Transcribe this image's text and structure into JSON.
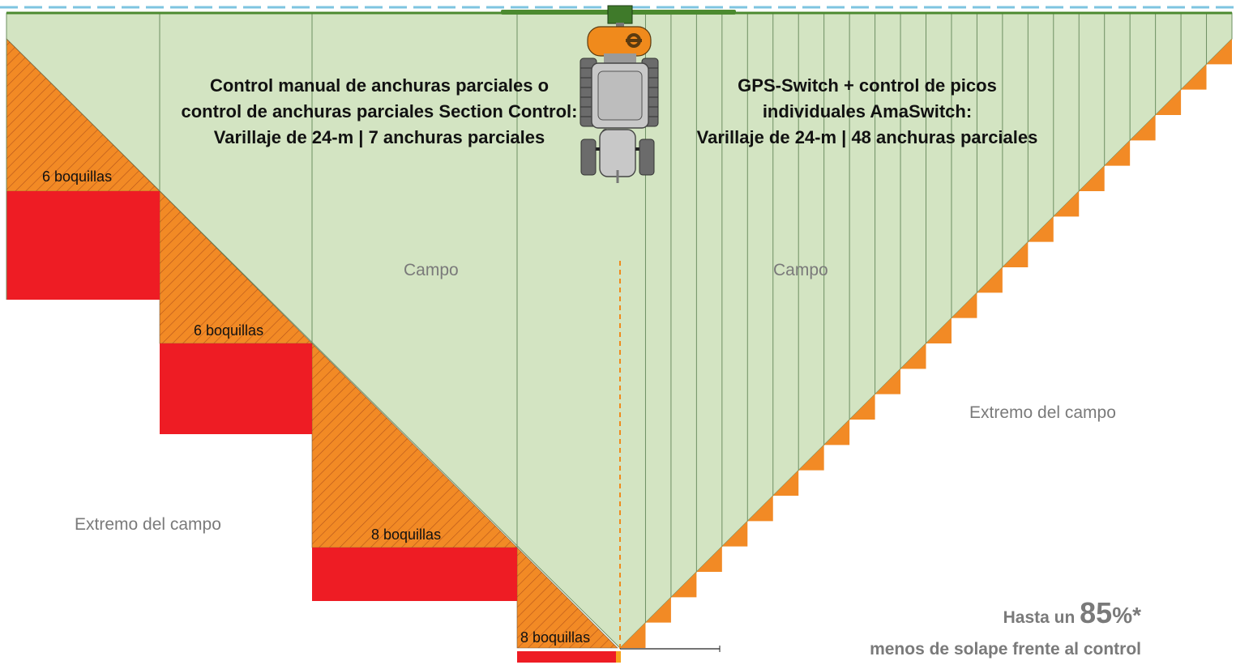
{
  "left_title": {
    "line1": "Control manual de anchuras parciales o",
    "line2": "control de anchuras parciales Section Control:",
    "line3": "Varillaje de 24-m | 7 anchuras parciales"
  },
  "right_title": {
    "line1": "GPS-Switch + control de picos",
    "line2": "individuales AmaSwitch:",
    "line3": "Varillaje de 24-m | 48 anchuras parciales"
  },
  "field_labels": {
    "left": "Campo",
    "right": "Campo"
  },
  "headland_labels": {
    "left": "Extremo del campo",
    "right": "Extremo del campo"
  },
  "nozzle_labels": [
    "6 boquillas",
    "6 boquillas",
    "8 boquillas",
    "8 boquillas"
  ],
  "stat": {
    "prefix": "Hasta un",
    "value": "85",
    "unit": "%*",
    "line2": "menos de solape frente al control"
  },
  "colors": {
    "field": "#d3e4c2",
    "hatch": "#f28a25",
    "overlap": "#ee1c24",
    "boom": "#4c8a2f",
    "tractor_body": "#c8c8c8",
    "hood": "#f08a1c",
    "water": "#7ec4e0"
  },
  "icons": [
    "tractor-icon",
    "sprayer-boom-icon"
  ],
  "sections": {
    "left_count": 7,
    "right_count": 48
  }
}
